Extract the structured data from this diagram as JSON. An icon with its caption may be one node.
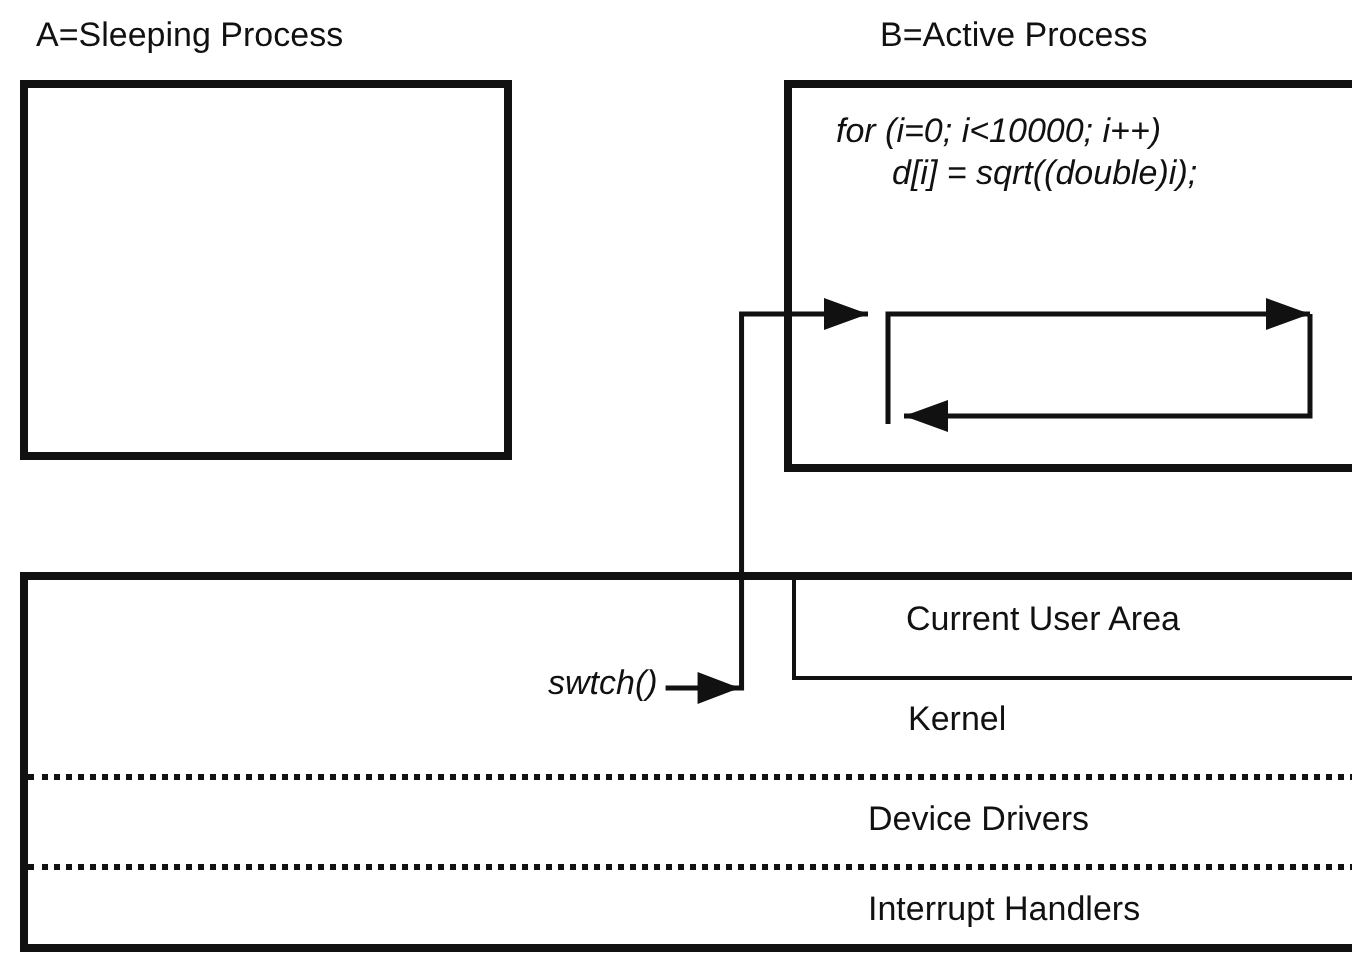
{
  "diagram": {
    "nodes": [
      {
        "text": [
          "A=Sleeping Process"
        ]
      },
      {
        "text": [
          "B=Active Process",
          "for (i=0; i<10000; i++) d[i] = sqrt((double)i);"
        ]
      },
      {
        "text": [],
        "shape": "box"
      },
      {
        "text": [
          "Current User Area"
        ],
        "in": 2
      },
      {
        "text": [
          "Kernel"
        ],
        "in": 2
      },
      {
        "text": [
          "swtch()"
        ],
        "in": 4
      },
      {
        "text": [
          "Device Drivers"
        ],
        "in": 2
      },
      {
        "text": [
          "Interrupt Handlers"
        ],
        "in": 2
      }
    ],
    "edges": [
      {
        "from": 5,
        "to": 1,
        "arrow": "to"
      }
    ]
  }
}
